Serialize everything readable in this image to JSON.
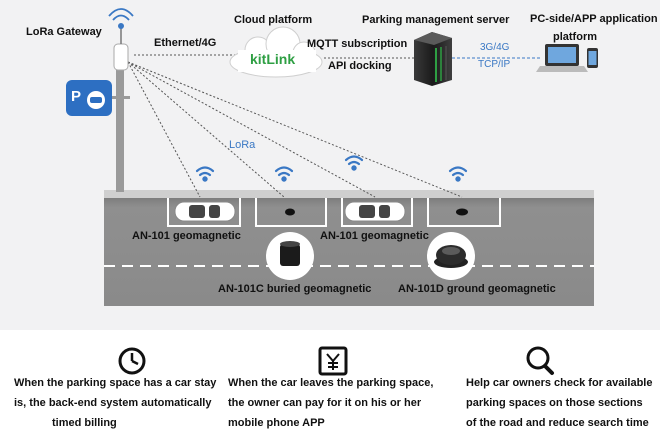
{
  "nodes": {
    "gateway": "LoRa Gateway",
    "cloud_platform": "Cloud platform",
    "cloud_logo": "kitLink",
    "server": "Parking management server",
    "client_line1": "PC-side/APP application",
    "client_line2": "platform"
  },
  "links": {
    "ethernet": "Ethernet/4G",
    "mqtt": "MQTT subscription",
    "api": "API docking",
    "cellular": "3G/4G",
    "tcpip": "TCP/IP",
    "lora": "LoRa"
  },
  "sensors": {
    "an101_left": "AN-101 geomagnetic",
    "an101_right": "AN-101 geomagnetic",
    "an101c": "AN-101C buried geomagnetic",
    "an101d": "AN-101D ground geomagnetic"
  },
  "features": [
    {
      "icon": "clock-icon",
      "lines": [
        "When the parking space has a car stay",
        "is, the back-end system automatically",
        "timed billing"
      ]
    },
    {
      "icon": "payment-icon",
      "lines": [
        "When the car leaves the parking space,",
        "the owner can pay for it on his or her",
        "mobile phone APP"
      ]
    },
    {
      "icon": "search-icon",
      "lines": [
        "Help car owners check for available",
        "parking spaces on those sections",
        "of the road and reduce search time"
      ]
    }
  ],
  "colors": {
    "accent": "#3a78c4",
    "road": "#8e8e8e",
    "logo_green": "#2e9f43",
    "logo_blue": "#2a5ea8"
  }
}
